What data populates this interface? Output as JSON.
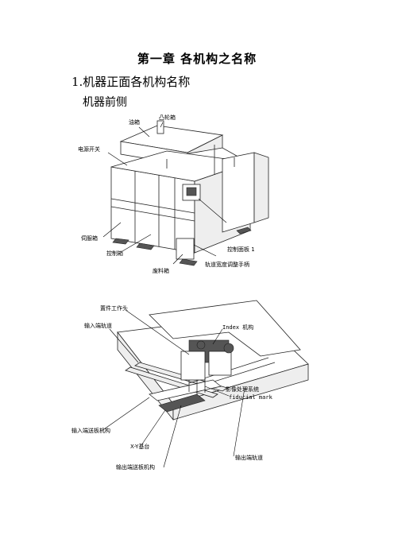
{
  "chapter_title": "第一章  各机构之名称",
  "section_title": "1.机器正面各机构名称",
  "subsection_title": "机器前侧",
  "figure1": {
    "labels": {
      "oil_box": "油箱",
      "cam_box": "凸轮箱",
      "power_switch": "电源开关",
      "servo_box": "伺服箱",
      "control_box": "控制箱",
      "control_panel": "控制面板 1",
      "waste_box": "废料箱",
      "rail_width_handle": "轨道宽度调整手柄"
    }
  },
  "figure2": {
    "labels": {
      "head": "置件工作头",
      "input_rail": "输入端轨道",
      "index": "Index 机构",
      "vision_1": "影像处理系统",
      "vision_2": "fiducial mark",
      "input_mech": "输入端送板机构",
      "xy_table": "X-Y基台",
      "output_mech": "输出端送板机构",
      "output_rail": "输出端轨道"
    }
  }
}
